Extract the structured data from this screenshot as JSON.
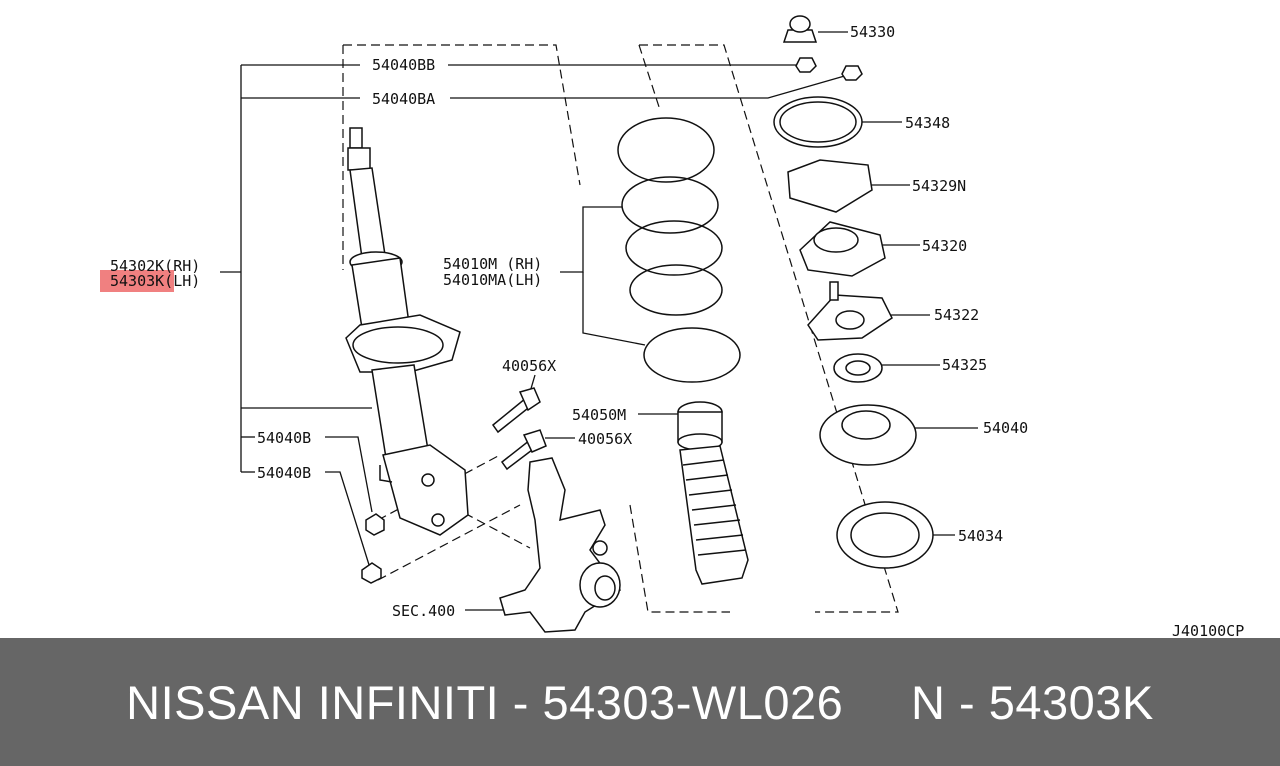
{
  "diagram": {
    "ref_code": "J40100CP",
    "highlight_color": "#f08080",
    "labels": {
      "p54330": "54330",
      "p54040BB": "54040BB",
      "p54040BA": "54040BA",
      "p54348": "54348",
      "p54329N": "54329N",
      "p54320": "54320",
      "p54322": "54322",
      "p54325": "54325",
      "p54040": "54040",
      "p54034": "54034",
      "p54302K": "54302K(RH)",
      "p54303K": "54303K(LH)",
      "p54010M": "54010M (RH)",
      "p54010MA": "54010MA(LH)",
      "p40056X_a": "40056X",
      "p40056X_b": "40056X",
      "p54050M": "54050M",
      "p54040B_a": "54040B",
      "p54040B_b": "54040B",
      "sec400": "SEC.400"
    }
  },
  "footer": {
    "text": "NISSAN INFINITI - 54303-WL026     N - 54303K",
    "background": "#666666"
  }
}
